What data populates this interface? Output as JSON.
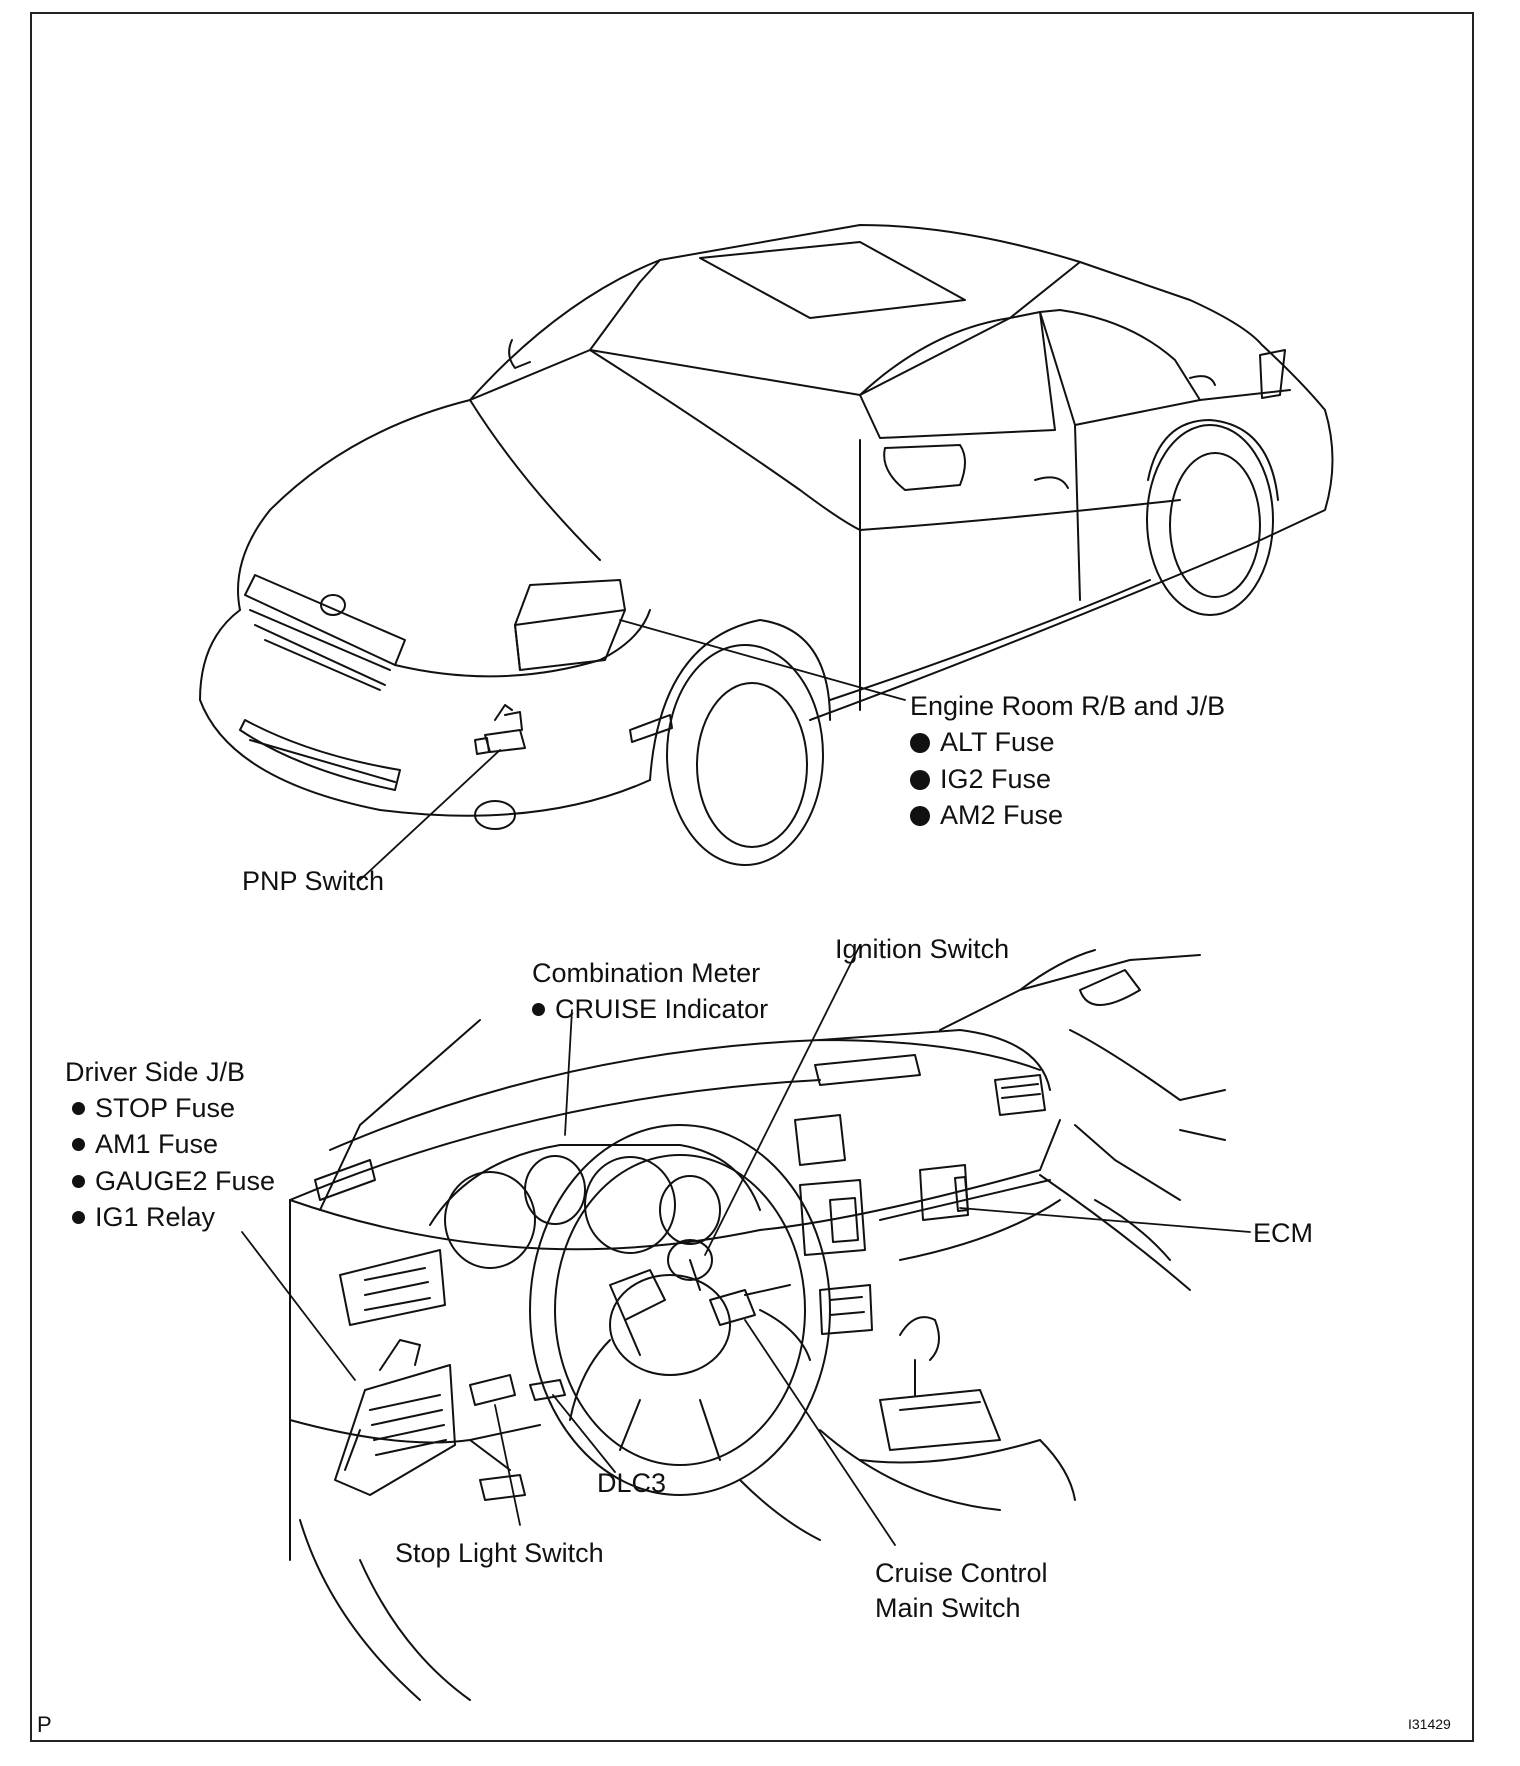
{
  "frame": {
    "corner_letter": "P",
    "figure_id": "I31429"
  },
  "exterior": {
    "engine_room": {
      "title": "Engine Room R/B and J/B",
      "items": [
        "ALT Fuse",
        "IG2 Fuse",
        "AM2 Fuse"
      ]
    },
    "pnp_switch": "PNP Switch"
  },
  "interior": {
    "combination_meter": {
      "title": "Combination Meter",
      "items": [
        "CRUISE Indicator"
      ]
    },
    "ignition_switch": "Ignition Switch",
    "driver_side_jb": {
      "title": "Driver Side J/B",
      "items": [
        "STOP Fuse",
        "AM1 Fuse",
        "GAUGE2 Fuse",
        "IG1 Relay"
      ]
    },
    "ecm": "ECM",
    "dlc3": "DLC3",
    "stop_light_switch": "Stop Light Switch",
    "cruise_control_main_switch": [
      "Cruise Control",
      "Main Switch"
    ]
  },
  "colors": {
    "line": "#111111",
    "background": "#ffffff"
  }
}
